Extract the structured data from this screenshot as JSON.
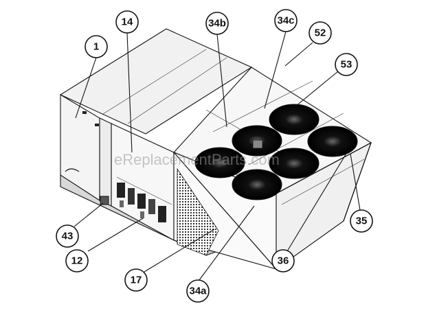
{
  "watermark": "eReplacementParts.com",
  "callouts": [
    {
      "key": "c1",
      "label": "1"
    },
    {
      "key": "c14",
      "label": "14"
    },
    {
      "key": "c34b",
      "label": "34b"
    },
    {
      "key": "c34c",
      "label": "34c"
    },
    {
      "key": "c52",
      "label": "52"
    },
    {
      "key": "c53",
      "label": "53"
    },
    {
      "key": "c35",
      "label": "35"
    },
    {
      "key": "c36",
      "label": "36"
    },
    {
      "key": "c34a",
      "label": "34a"
    },
    {
      "key": "c17",
      "label": "17"
    },
    {
      "key": "c12",
      "label": "12"
    },
    {
      "key": "c43",
      "label": "43"
    }
  ]
}
